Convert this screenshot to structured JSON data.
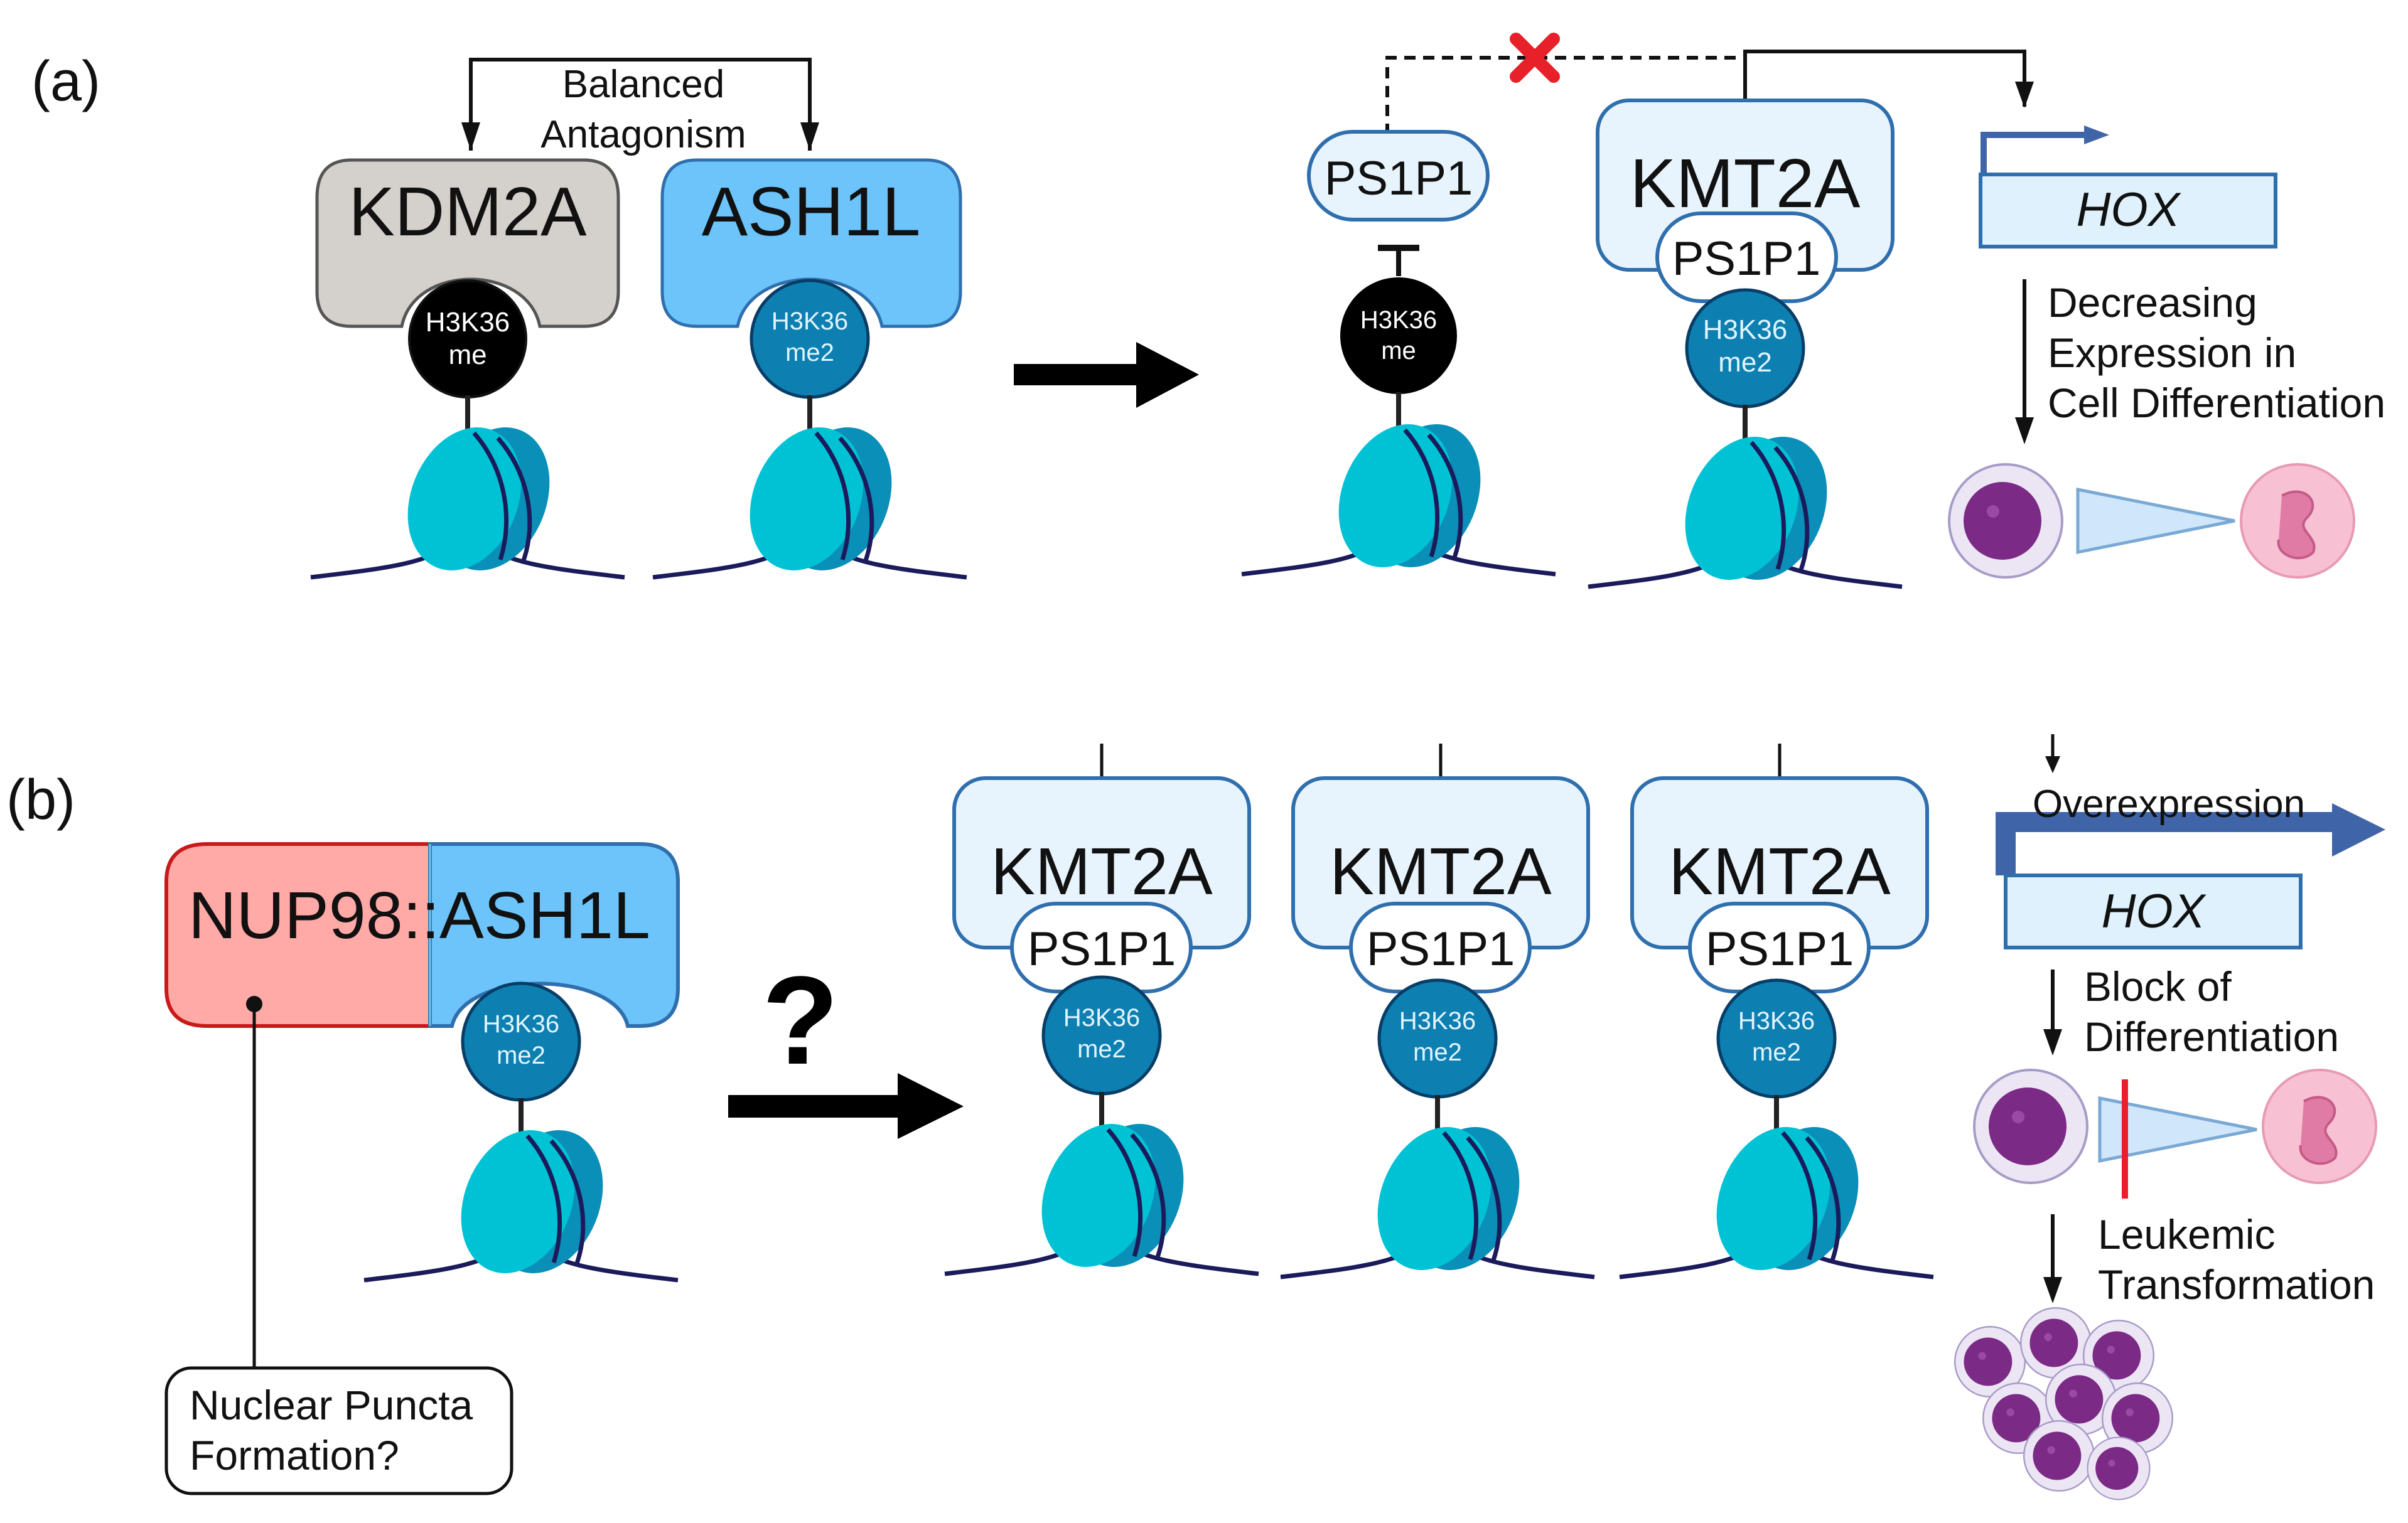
{
  "panel_a": {
    "label": "(a)",
    "balance_label_1": "Balanced",
    "balance_label_2": "Antagonism",
    "kdm2a": "KDM2A",
    "ash1l": "ASH1L",
    "mark_me_1": "H3K36",
    "mark_me_2": "me",
    "mark_me2_1": "H3K36",
    "mark_me2_2": "me2",
    "ps1p1": "PS1P1",
    "kmt2a": "KMT2A",
    "kmt2a_ps1p1": "PS1P1",
    "hox": "HOX",
    "expr_1": "Decreasing",
    "expr_2": "Expression in",
    "expr_3": "Cell Differentiation"
  },
  "panel_b": {
    "label": "(b)",
    "fusion_left": "NUP98::",
    "fusion_right": "ASH1L",
    "mark_1": "H3K36",
    "mark_2": "me2",
    "question": "?",
    "puncta_1": "Nuclear Puncta",
    "puncta_2": "Formation?",
    "kmt2a": "KMT2A",
    "ps1p1": "PS1P1",
    "overexpression": "Overexpression",
    "hox": "HOX",
    "block_1": "Block of",
    "block_2": "Differentiation",
    "leuk_1": "Leukemic",
    "leuk_2": "Transformation"
  },
  "colors": {
    "kdm2a_fill": "#d4d0cc",
    "ash1l_fill": "#6cc4fa",
    "kmt2a_fill": "#e8f4fd",
    "complex_stroke": "#2f6fad",
    "mark_fill": "#0d7fb1",
    "mark_black": "#000000",
    "nucleosome_front": "#00c2d5",
    "nucleosome_side": "#0a8fb8",
    "dna": "#1b1b5c",
    "nup98_fill": "#ffaaa6",
    "nup98_stroke": "#c81a1a",
    "hox_fill": "#dff1fc",
    "promoter_arrow": "#4064a8",
    "block_red": "#e8202a",
    "blast_cell": "#7b2a86",
    "neutrophil": "#f7c0d3"
  }
}
